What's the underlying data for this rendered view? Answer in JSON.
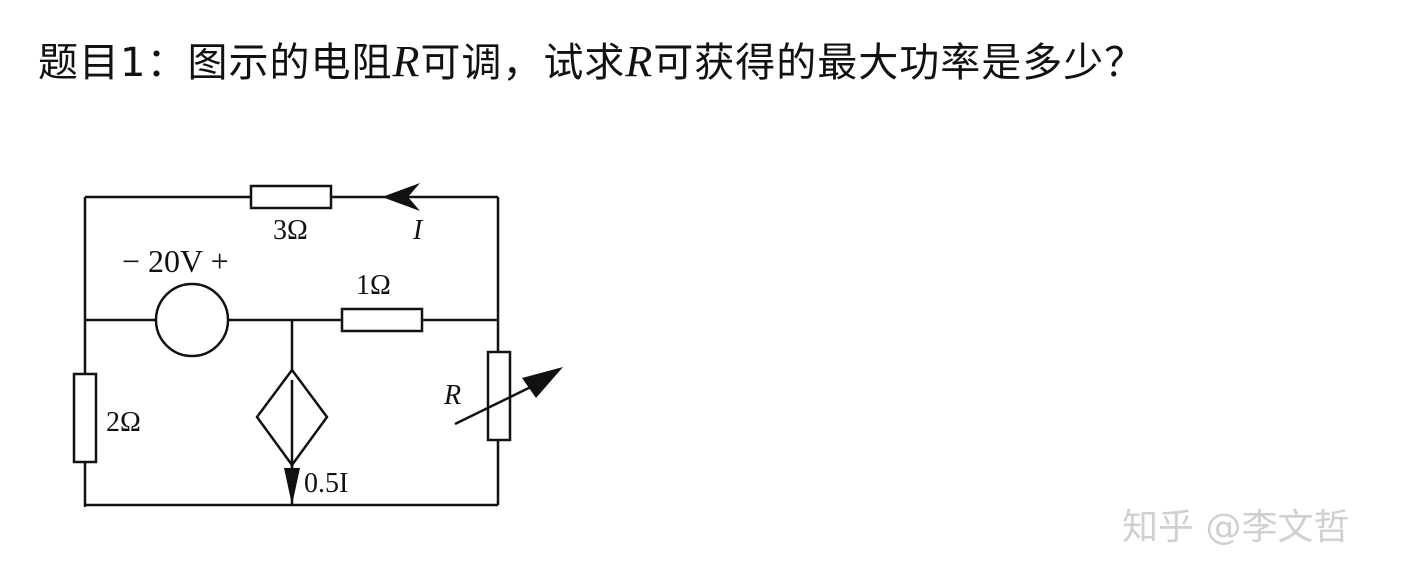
{
  "question": {
    "prefix": "题目1：图示的电阻",
    "var_r_1": "R",
    "middle": "可调，试求",
    "var_r_2": "R",
    "suffix": "可获得的最大功率是多少？"
  },
  "circuit": {
    "r_top": "3Ω",
    "current_top": "I",
    "voltage_source": "− 20V +",
    "r_middle": "1Ω",
    "r_left": "2Ω",
    "r_variable": "R",
    "dependent_source": "0.5I"
  },
  "watermark": "知乎 @李文哲"
}
